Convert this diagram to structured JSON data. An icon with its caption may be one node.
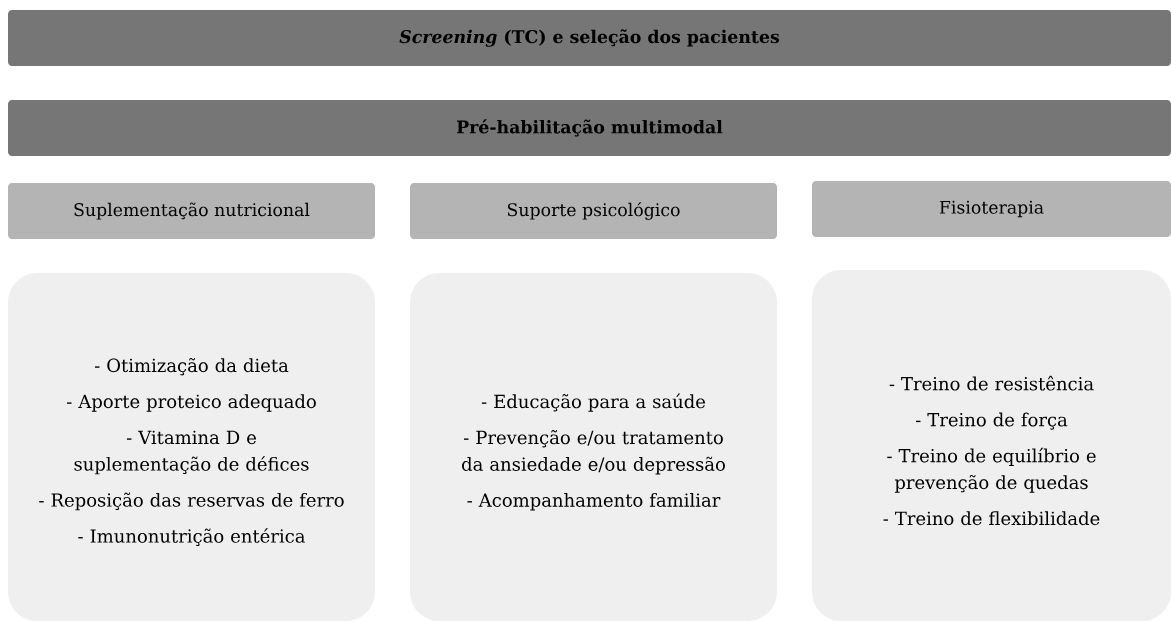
{
  "diagram": {
    "nodes": [
      {
        "text": [
          "*Screening* (TC) e seleção dos pacientes"
        ]
      },
      {
        "text": [
          "Pré-habilitação multimodal"
        ]
      },
      {
        "text": [
          "Suplementação nutricional"
        ]
      },
      {
        "text": [
          "Suporte psicológico"
        ]
      },
      {
        "text": [
          "Fisioterapia"
        ]
      },
      {
        "text": [
          "- Otimização da dieta",
          "- Aporte proteico adequado",
          "- Vitamina D e suplementação de défices",
          "- Reposição das reservas de ferro",
          "- Imunonutrição entérica"
        ]
      },
      {
        "text": [
          "- Educação para a saúde",
          "- Prevenção e/ou tratamento da ansiedade e/ou depressão",
          "- Acompanhamento familiar"
        ]
      },
      {
        "text": [
          "- Treino de resistência",
          "- Treino de força",
          "- Treino de equilíbrio e prevenção de quedas",
          "- Treino de flexibilidade"
        ]
      }
    ]
  }
}
